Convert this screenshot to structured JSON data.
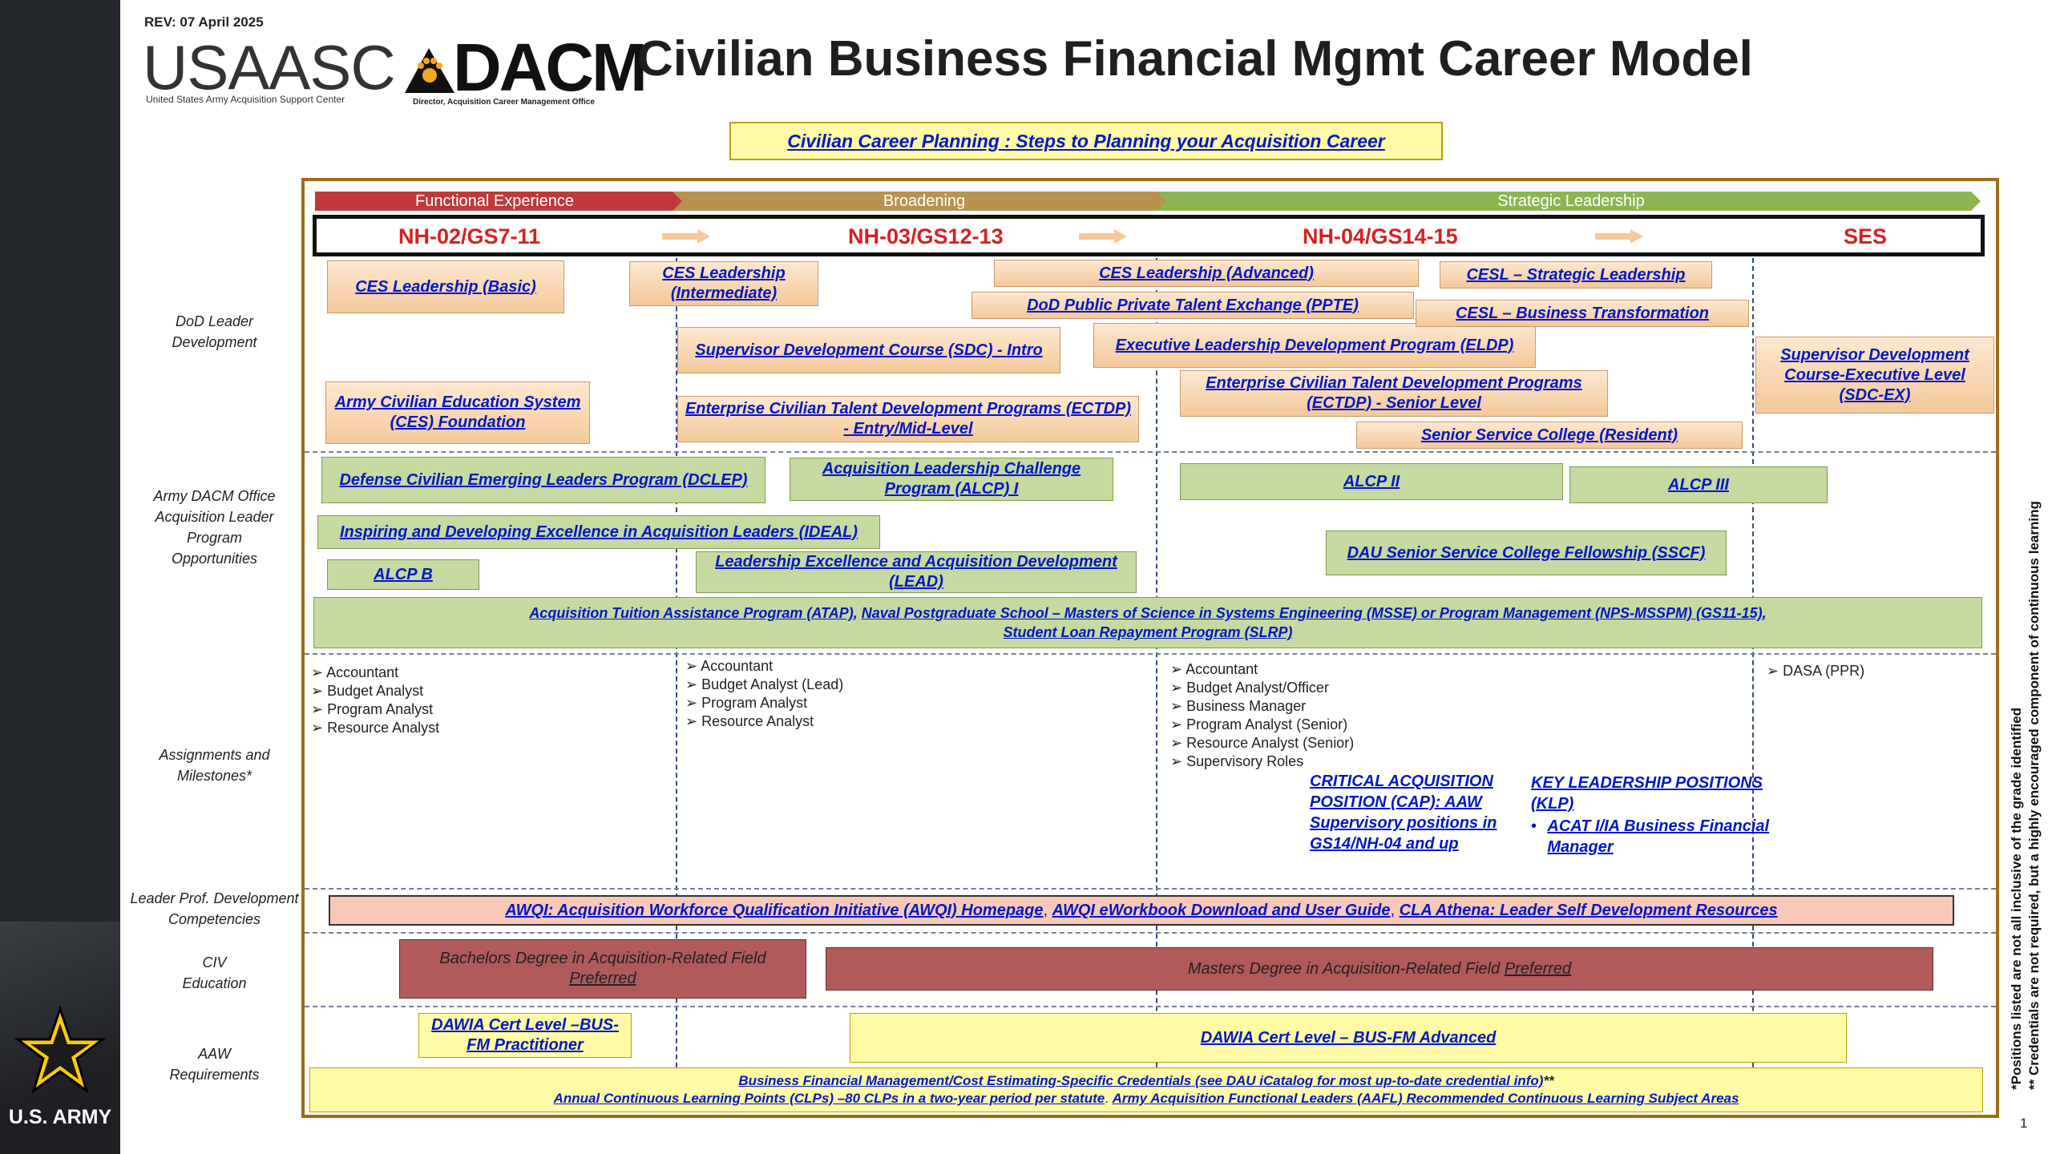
{
  "header": {
    "rev": "REV: 07 April 2025",
    "usaasc_logo": "USAASC",
    "usaasc_sub": "United States Army Acquisition Support Center",
    "dacm_logo": "DACM",
    "dacm_sub": "Director, Acquisition Career Management Office",
    "title": "Civilian Business Financial Mgmt Career Model",
    "plan_link": "Civilian Career Planning : Steps to Planning your Acquisition Career",
    "army_text": "U.S. ARMY"
  },
  "phases": [
    "Functional Experience",
    "Broadening",
    "Strategic Leadership"
  ],
  "grades": [
    "NH-02/GS7-11",
    "NH-03/GS12-13",
    "NH-04/GS14-15",
    "SES"
  ],
  "row_labels": {
    "dod": "DoD Leader\nDevelopment",
    "army": "Army DACM Office\nAcquisition Leader\nProgram\nOpportunities",
    "assign": "Assignments and\nMilestones*",
    "lpd": "Leader Prof. Development\nCompetencies",
    "civ": "CIV\nEducation",
    "aaw": "AAW\nRequirements"
  },
  "dod_boxes": {
    "ces_basic": "CES Leadership (Basic)",
    "ces_foundation": "Army Civilian Education System (CES) Foundation",
    "ces_intermediate": "CES Leadership (Intermediate)",
    "sdc_intro": "Supervisor Development Course (SDC) - Intro",
    "ectdp_entry": "Enterprise Civilian Talent Development Programs (ECTDP) - Entry/Mid-Level",
    "ces_advanced": "CES Leadership (Advanced)",
    "ppte": "DoD Public Private Talent Exchange (PPTE)",
    "eldp": "Executive Leadership Development Program (ELDP)",
    "ectdp_senior": "Enterprise Civilian Talent Development Programs (ECTDP) - Senior Level",
    "cesl_strategic": "CESL – Strategic Leadership",
    "cesl_business": "CESL – Business Transformation",
    "senior_college": "Senior Service College (Resident)",
    "sdc_ex": "Supervisor Development Course-Executive Level (SDC-EX)"
  },
  "army_boxes": {
    "dclep": "Defense Civilian Emerging Leaders Program (DCLEP)",
    "ideal": "Inspiring and Developing Excellence in Acquisition Leaders (IDEAL)",
    "alcp_b": "ALCP B",
    "alcp_i": "Acquisition Leadership Challenge Program (ALCP) I",
    "lead": "Leadership Excellence and Acquisition Development (LEAD)",
    "alcp_ii": "ALCP II",
    "alcp_iii": "ALCP III",
    "sscf": "DAU Senior Service College Fellowship (SSCF)",
    "atap_1": "Acquisition Tuition Assistance Program (ATAP)",
    "atap_sep": ", ",
    "atap_2": "Naval Postgraduate School – Masters of Science in Systems Engineering (MSSE) or Program Management (NPS-MSSPM) (GS11-15)",
    "atap_end": ",",
    "atap_3": "Student Loan Repayment Program (SLRP)"
  },
  "assignments": {
    "col1": [
      "Accountant",
      "Budget Analyst",
      "Program Analyst",
      "Resource Analyst"
    ],
    "col2": [
      "Accountant",
      "Budget Analyst (Lead)",
      "Program Analyst",
      "Resource Analyst"
    ],
    "col3": [
      "Accountant",
      "Budget Analyst/Officer",
      "Business Manager",
      "Program Analyst (Senior)",
      "Resource Analyst (Senior)",
      "Supervisory Roles"
    ],
    "col4": [
      "DASA (PPR)"
    ],
    "cap_title": "CRITICAL ACQUISITION POSITION (CAP): AAW Supervisory positions in GS14/NH-04 and up",
    "klp_title": "KEY LEADERSHIP POSITIONS (KLP)",
    "klp_item": "ACAT I/IA Business Financial Manager"
  },
  "lpd": {
    "awqi": "AWQI: Acquisition Workforce Qualification Initiative (AWQI) Homepage",
    "sep1": ", ",
    "ework": "AWQI eWorkbook Download and User Guide",
    "sep2": ", ",
    "athena": "CLA Athena: Leader Self Development Resources"
  },
  "education": {
    "bachelors_text": "Bachelors Degree in  Acquisition-Related Field ",
    "bachelors_pref": "Preferred",
    "masters_text": "Masters Degree in Acquisition-Related Field ",
    "masters_pref": "Preferred"
  },
  "aaw": {
    "practitioner": "DAWIA Cert Level –BUS-FM Practitioner",
    "advanced": "DAWIA Cert Level – BUS-FM Advanced",
    "cred_1": "Business Financial Management/Cost Estimating-Specific Credentials",
    "cred_2": " (see DAU iCatalog for most up-to-date credential info)",
    "cred_3": "**",
    "clp_1": "Annual Continuous Learning Points (CLPs) –80 CLPs in a two-year period per statute",
    "clp_2": ". ",
    "clp_3": "Army Acquisition Functional Leaders (AAFL) Recommended Continuous Learning Subject Areas"
  },
  "notes": {
    "note1": "*Positions listed are not all inclusive of the grade identified",
    "note2": "** Credentials are not required, but a highly encouraged component of continuous learning"
  },
  "page_number": "1",
  "colors": {
    "sidebar": "#23262b",
    "phase_functional": "#c0393b",
    "phase_broadening": "#b8924f",
    "phase_strategic": "#8cb552",
    "grade_red": "#d42121",
    "link_blue": "#0018c4",
    "frame": "#9c6d18"
  }
}
